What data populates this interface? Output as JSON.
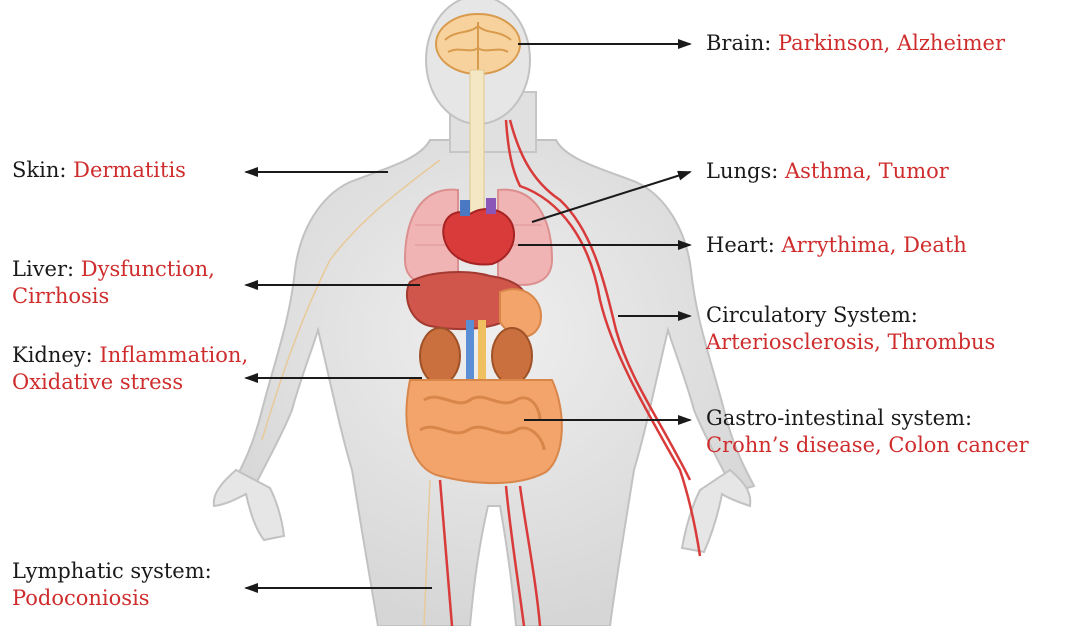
{
  "colors": {
    "body_fill": "#e3e3e3",
    "body_stroke": "#c2c2c2",
    "organ_red": "#d93a3a",
    "organ_orange": "#f2a46b",
    "label_text": "#1a1a1a",
    "disease_text": "#cf2d2d",
    "arrow": "#1a1a1a"
  },
  "labels": {
    "brain": {
      "title": "Brain: ",
      "diseases": "Parkinson, Alzheimer"
    },
    "skin": {
      "title": "Skin: ",
      "diseases": "Dermatitis"
    },
    "lungs": {
      "title": "Lungs: ",
      "diseases": "Asthma, Tumor"
    },
    "heart": {
      "title": "Heart: ",
      "diseases": "Arrythima, Death"
    },
    "liver": {
      "title": "Liver: ",
      "diseases": "Dysfunction,",
      "diseases2": "Cirrhosis"
    },
    "circulatory": {
      "title": "Circulatory System:",
      "diseases": "Arteriosclerosis, Thrombus"
    },
    "kidney": {
      "title": "Kidney: ",
      "diseases": "Inflammation,",
      "diseases2": "Oxidative stress"
    },
    "gastro": {
      "title": "Gastro-intestinal system:",
      "diseases": "Crohn’s disease, Colon cancer"
    },
    "lymphatic": {
      "title": "Lymphatic system:",
      "diseases": "Podoconiosis"
    }
  }
}
